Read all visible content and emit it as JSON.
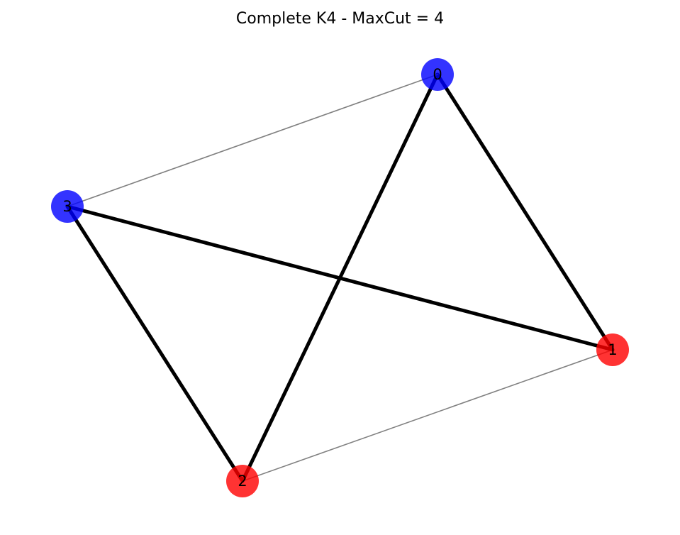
{
  "title": "Complete K4 - MaxCut = 4",
  "colors": {
    "partition_a": "#0000ff",
    "partition_b": "#ff0000",
    "cut_edge": "#000000",
    "uncut_edge": "#808080",
    "background": "#ffffff"
  },
  "graph": {
    "nodes": [
      {
        "id": "0",
        "label": "0",
        "partition": "a"
      },
      {
        "id": "1",
        "label": "1",
        "partition": "b"
      },
      {
        "id": "2",
        "label": "2",
        "partition": "b"
      },
      {
        "id": "3",
        "label": "3",
        "partition": "a"
      }
    ],
    "edges": [
      {
        "source": "0",
        "target": "1",
        "cut": true
      },
      {
        "source": "0",
        "target": "2",
        "cut": true
      },
      {
        "source": "0",
        "target": "3",
        "cut": false
      },
      {
        "source": "1",
        "target": "2",
        "cut": false
      },
      {
        "source": "1",
        "target": "3",
        "cut": true
      },
      {
        "source": "2",
        "target": "3",
        "cut": true
      }
    ]
  }
}
